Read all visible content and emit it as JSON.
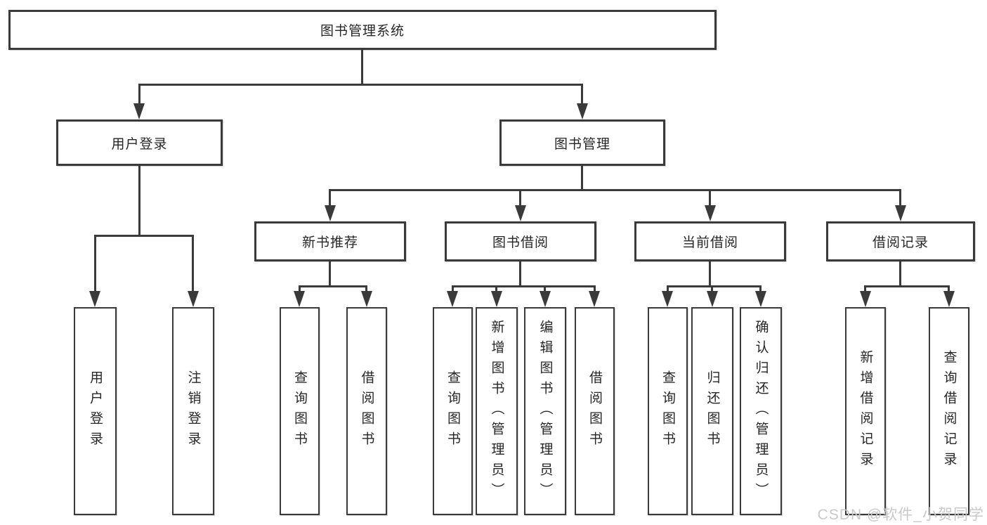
{
  "diagram": {
    "title": "图书管理系统",
    "level2": {
      "user_login": "用户登录",
      "book_mgmt": "图书管理"
    },
    "level3": {
      "new_book_rec": "新书推荐",
      "book_borrow": "图书借阅",
      "current_borrow": "当前借阅",
      "borrow_records": "借阅记录"
    },
    "leaves": {
      "user_login": "用户登录",
      "logout": "注销登录",
      "nb_query": "查询图书",
      "nb_borrow": "借阅图书",
      "bb_query": "查询图书",
      "bb_add": "新增图书（管理员）",
      "bb_edit": "编辑图书（管理员）",
      "bb_borrow": "借阅图书",
      "cb_query": "查询图书",
      "cb_return": "归还图书",
      "cb_confirm": "确认归还（管理员）",
      "br_add": "新增借阅记录",
      "br_query": "查询借阅记录"
    }
  },
  "watermark": {
    "text": "CSDN @软件_小贺同学"
  },
  "colors": {
    "line": "#3a3a3a",
    "text": "#262626",
    "box_fill": "#ffffff",
    "watermark": "#c9c9c9",
    "background": "#ffffff"
  }
}
